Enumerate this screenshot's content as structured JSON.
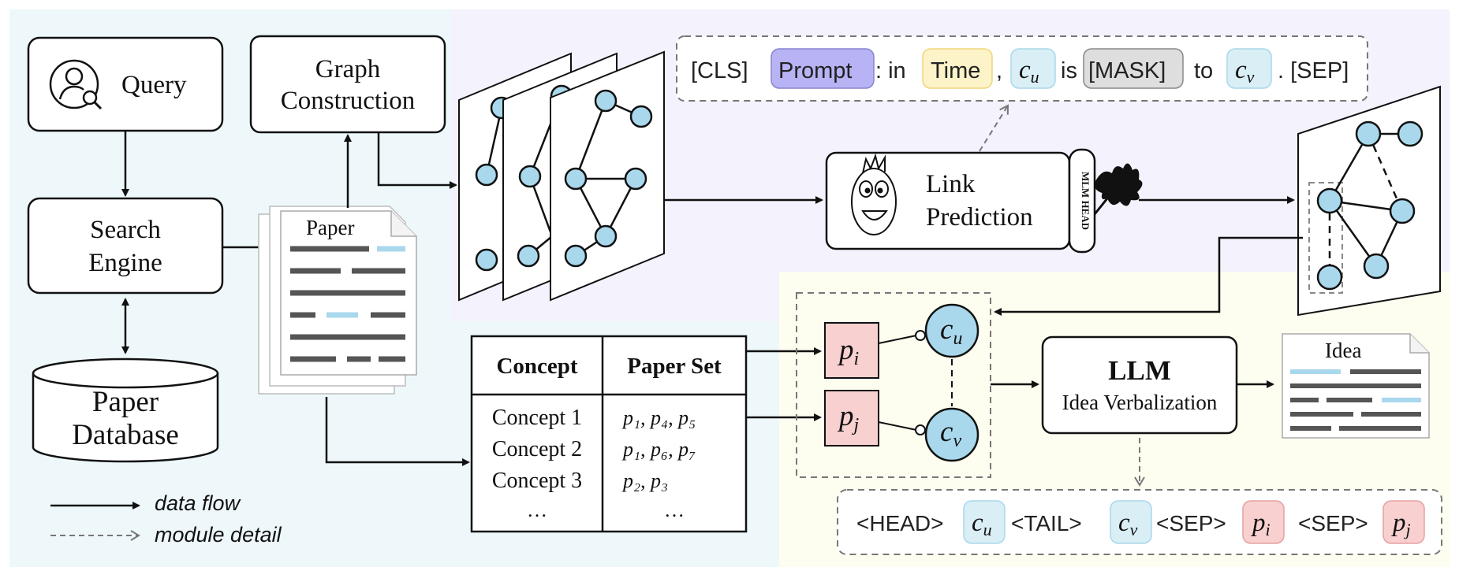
{
  "query": {
    "label": "Query"
  },
  "search_engine": {
    "line1": "Search",
    "line2": "Engine"
  },
  "paper_database": {
    "line1": "Paper",
    "line2": "Database"
  },
  "graph_construction": {
    "line1": "Graph",
    "line2": "Construction"
  },
  "paper_doc": {
    "label": "Paper"
  },
  "prompt_template": {
    "cls": "[CLS]",
    "prompt": "Prompt",
    "colon_in": ": in",
    "time": "Time",
    "comma": ",",
    "cu": "c",
    "cu_sub": "u",
    "is": "is",
    "mask": "[MASK]",
    "to": "to",
    "cv": "c",
    "cv_sub": "v",
    "dot_sep": ". [SEP]"
  },
  "link_prediction": {
    "line1": "Link",
    "line2": "Prediction",
    "head": "MLM HEAD"
  },
  "concept_table": {
    "headers": [
      "Concept",
      "Paper Set"
    ],
    "rows": [
      {
        "concept": "Concept 1",
        "papers": "p₁, p₄, p₅"
      },
      {
        "concept": "Concept 2",
        "papers": "p₁, p₆, p₇"
      },
      {
        "concept": "Concept 3",
        "papers": "p₂, p₃"
      },
      {
        "concept": "…",
        "papers": "…"
      }
    ]
  },
  "module": {
    "pi": "p",
    "pi_sub": "i",
    "pj": "p",
    "pj_sub": "j",
    "cu": "c",
    "cu_sub": "u",
    "cv": "c",
    "cv_sub": "v"
  },
  "llm": {
    "title": "LLM",
    "subtitle": "Idea Verbalization"
  },
  "idea_doc": {
    "label": "Idea"
  },
  "output_template": {
    "head": "<HEAD>",
    "tail": "<TAIL>",
    "sep1": "<SEP>",
    "sep2": "<SEP>",
    "cu": "c",
    "cu_sub": "u",
    "cv": "c",
    "cv_sub": "v",
    "pi": "p",
    "pi_sub": "i",
    "pj": "p",
    "pj_sub": "j"
  },
  "legend": {
    "data_flow": "data flow",
    "module_detail": "module detail"
  },
  "colors": {
    "panel_left": "#eef8fb",
    "panel_top": "#f4f2fc",
    "panel_right": "#fdfdf0",
    "node_fill": "#a9d8ec",
    "paper_fill": "#f8d0d0",
    "prompt_fill": "#b7b3f5",
    "time_fill": "#fdf3c9",
    "mask_fill": "#dedede",
    "concept_fill": "#d9eef5"
  }
}
